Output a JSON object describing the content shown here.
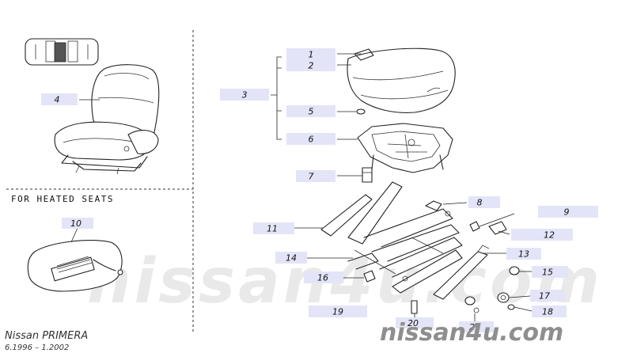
{
  "heated_section_title": "FOR HEATED SEATS",
  "footer": {
    "model": "Nissan PRIMERA",
    "period": "6.1996 – 1.2002"
  },
  "watermark": {
    "overlay": "nissan4u.com",
    "corner": "nissan4u.com"
  },
  "callouts": {
    "c1": "1",
    "c2": "2",
    "c3": "3",
    "c4": "4",
    "c5": "5",
    "c6": "6",
    "c7": "7",
    "c8": "8",
    "c9": "9",
    "c10": "10",
    "c11": "11",
    "c12": "12",
    "c13": "13",
    "c14": "14",
    "c15": "15",
    "c16": "16",
    "c17": "17",
    "c18": "18",
    "c19": "19",
    "c20": "20",
    "c21": "21"
  },
  "colors": {
    "callout_box": "#e3e4f7",
    "line": "#222222",
    "watermark_text": "#8e8e8e"
  }
}
